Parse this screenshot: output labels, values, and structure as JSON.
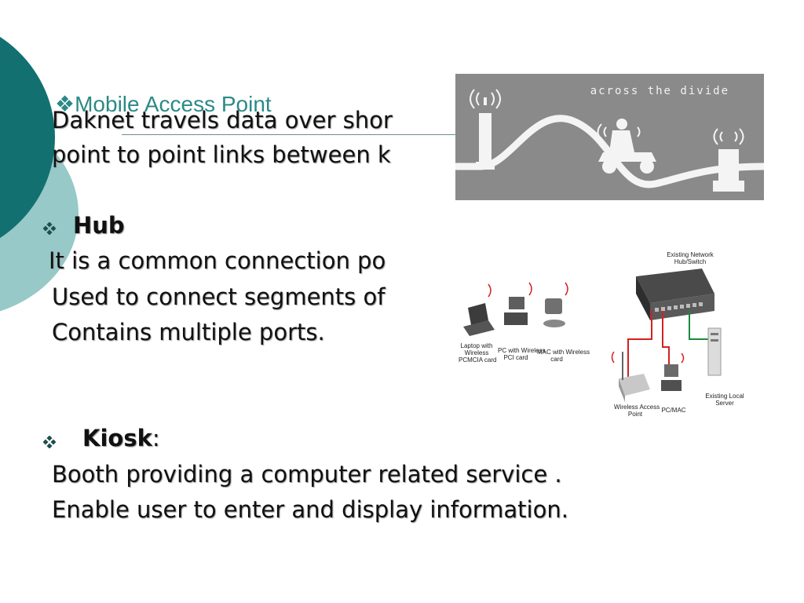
{
  "title": {
    "prefix_glyph": "❖",
    "text": "Mobile Access Point"
  },
  "daknet": {
    "line1": "Daknet travels data over shor",
    "line2": "point to point links between k"
  },
  "hub": {
    "heading": "Hub",
    "line1": "It is a common connection po",
    "line2": "Used to connect segments of",
    "line3": "Contains multiple ports."
  },
  "kiosk": {
    "heading": "Kiosk",
    "colon": ":",
    "line1": "Booth providing a computer related service .",
    "line2": "Enable user to enter and display information."
  },
  "image_divide": {
    "caption": "across the divide"
  },
  "network_diagram": {
    "labels": {
      "hub_switch": "Existing Network\nHub/Switch",
      "laptop": "Laptop with\nWireless\nPCMCIA card",
      "pc_pci": "PC with Wireless\nPCI card",
      "mac": "MAC with Wireless\ncard",
      "wap": "Wireless Access\nPoint",
      "pc_mac": "PC/MAC",
      "server": "Existing Local\nServer"
    },
    "colors": {
      "red": "#d42020",
      "green": "#1a8a3a",
      "gray": "#b0b0b0"
    }
  },
  "theme": {
    "dark_teal": "#127070",
    "light_teal": "#96c9c7",
    "title_teal": "#2b8a87"
  }
}
